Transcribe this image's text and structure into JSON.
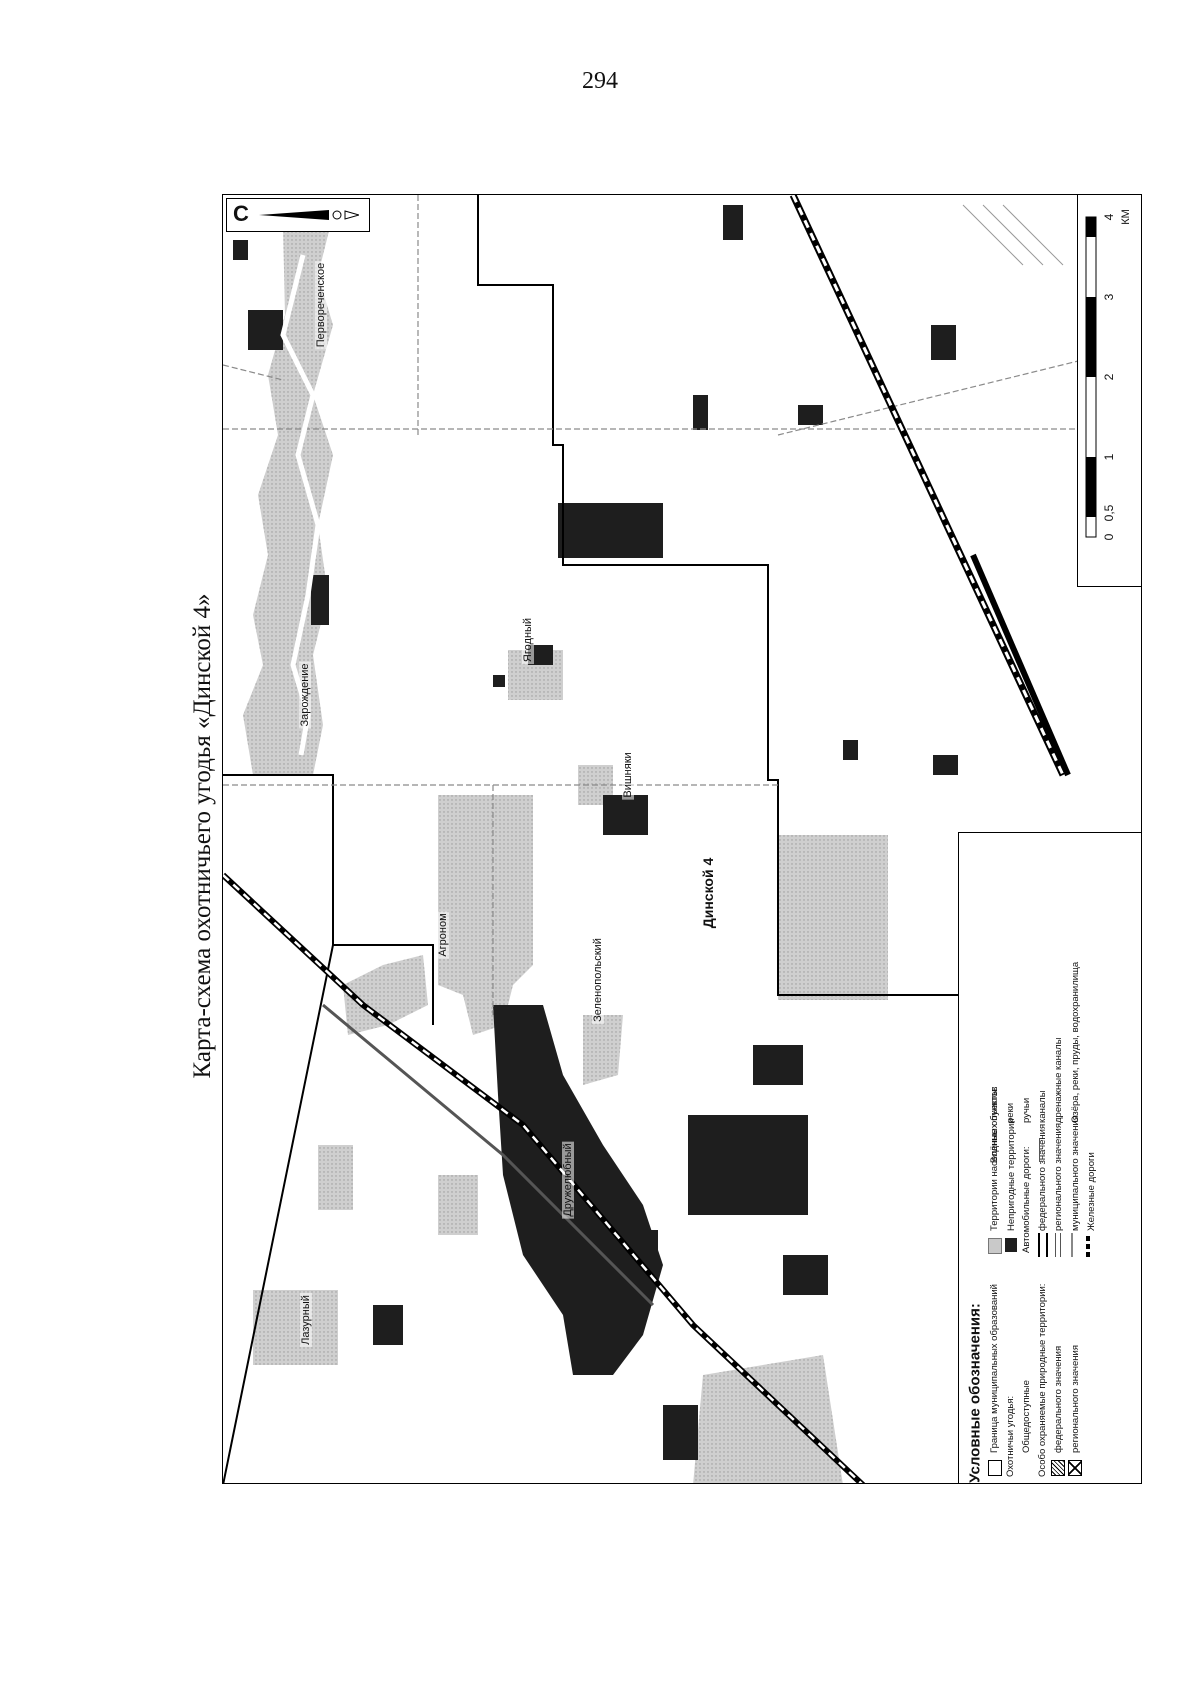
{
  "page": {
    "number": "294",
    "title": "Карта-схема охотничьего угодья «Динской 4»"
  },
  "map": {
    "hunting_area_label": "Динской 4",
    "north_label": "С",
    "settlements": [
      {
        "name": "Первореченское"
      },
      {
        "name": "Зарождение"
      },
      {
        "name": "Ягодный"
      },
      {
        "name": "Вишняки"
      },
      {
        "name": "Агроном"
      },
      {
        "name": "Зеленопольский"
      },
      {
        "name": "Дружелюбный"
      },
      {
        "name": "Лазурный"
      }
    ],
    "scale": {
      "ticks": [
        "0",
        "0,5",
        "1",
        "2",
        "3",
        "4"
      ],
      "unit": "КМ"
    }
  },
  "legend": {
    "title": "Условные обозначения:",
    "items": [
      {
        "label": "Граница муниципальных образований"
      },
      {
        "label": "Охотничьи угодья:"
      },
      {
        "label": "Общедоступные"
      },
      {
        "label": "Особо охраняемые природные территории:"
      },
      {
        "label": "федерального значения"
      },
      {
        "label": "регионального значения"
      },
      {
        "label": "Территории населённых пунктов"
      },
      {
        "label": "Непригодные территории"
      },
      {
        "label": "Автомобильные дороги:"
      },
      {
        "label": "федерального значения"
      },
      {
        "label": "регионального значения"
      },
      {
        "label": "муниципального значения"
      },
      {
        "label": "Железные дороги"
      },
      {
        "label": "Водные объекты:"
      },
      {
        "label": "реки"
      },
      {
        "label": "ручьи"
      },
      {
        "label": "каналы"
      },
      {
        "label": "дренажные каналы"
      },
      {
        "label": "Озёра, реки, пруды, водохранилища"
      }
    ]
  },
  "colors": {
    "settlement": "#c9c9c9",
    "unsuitable": "#1e1e1e",
    "background": "#ffffff",
    "lines": "#000000"
  }
}
